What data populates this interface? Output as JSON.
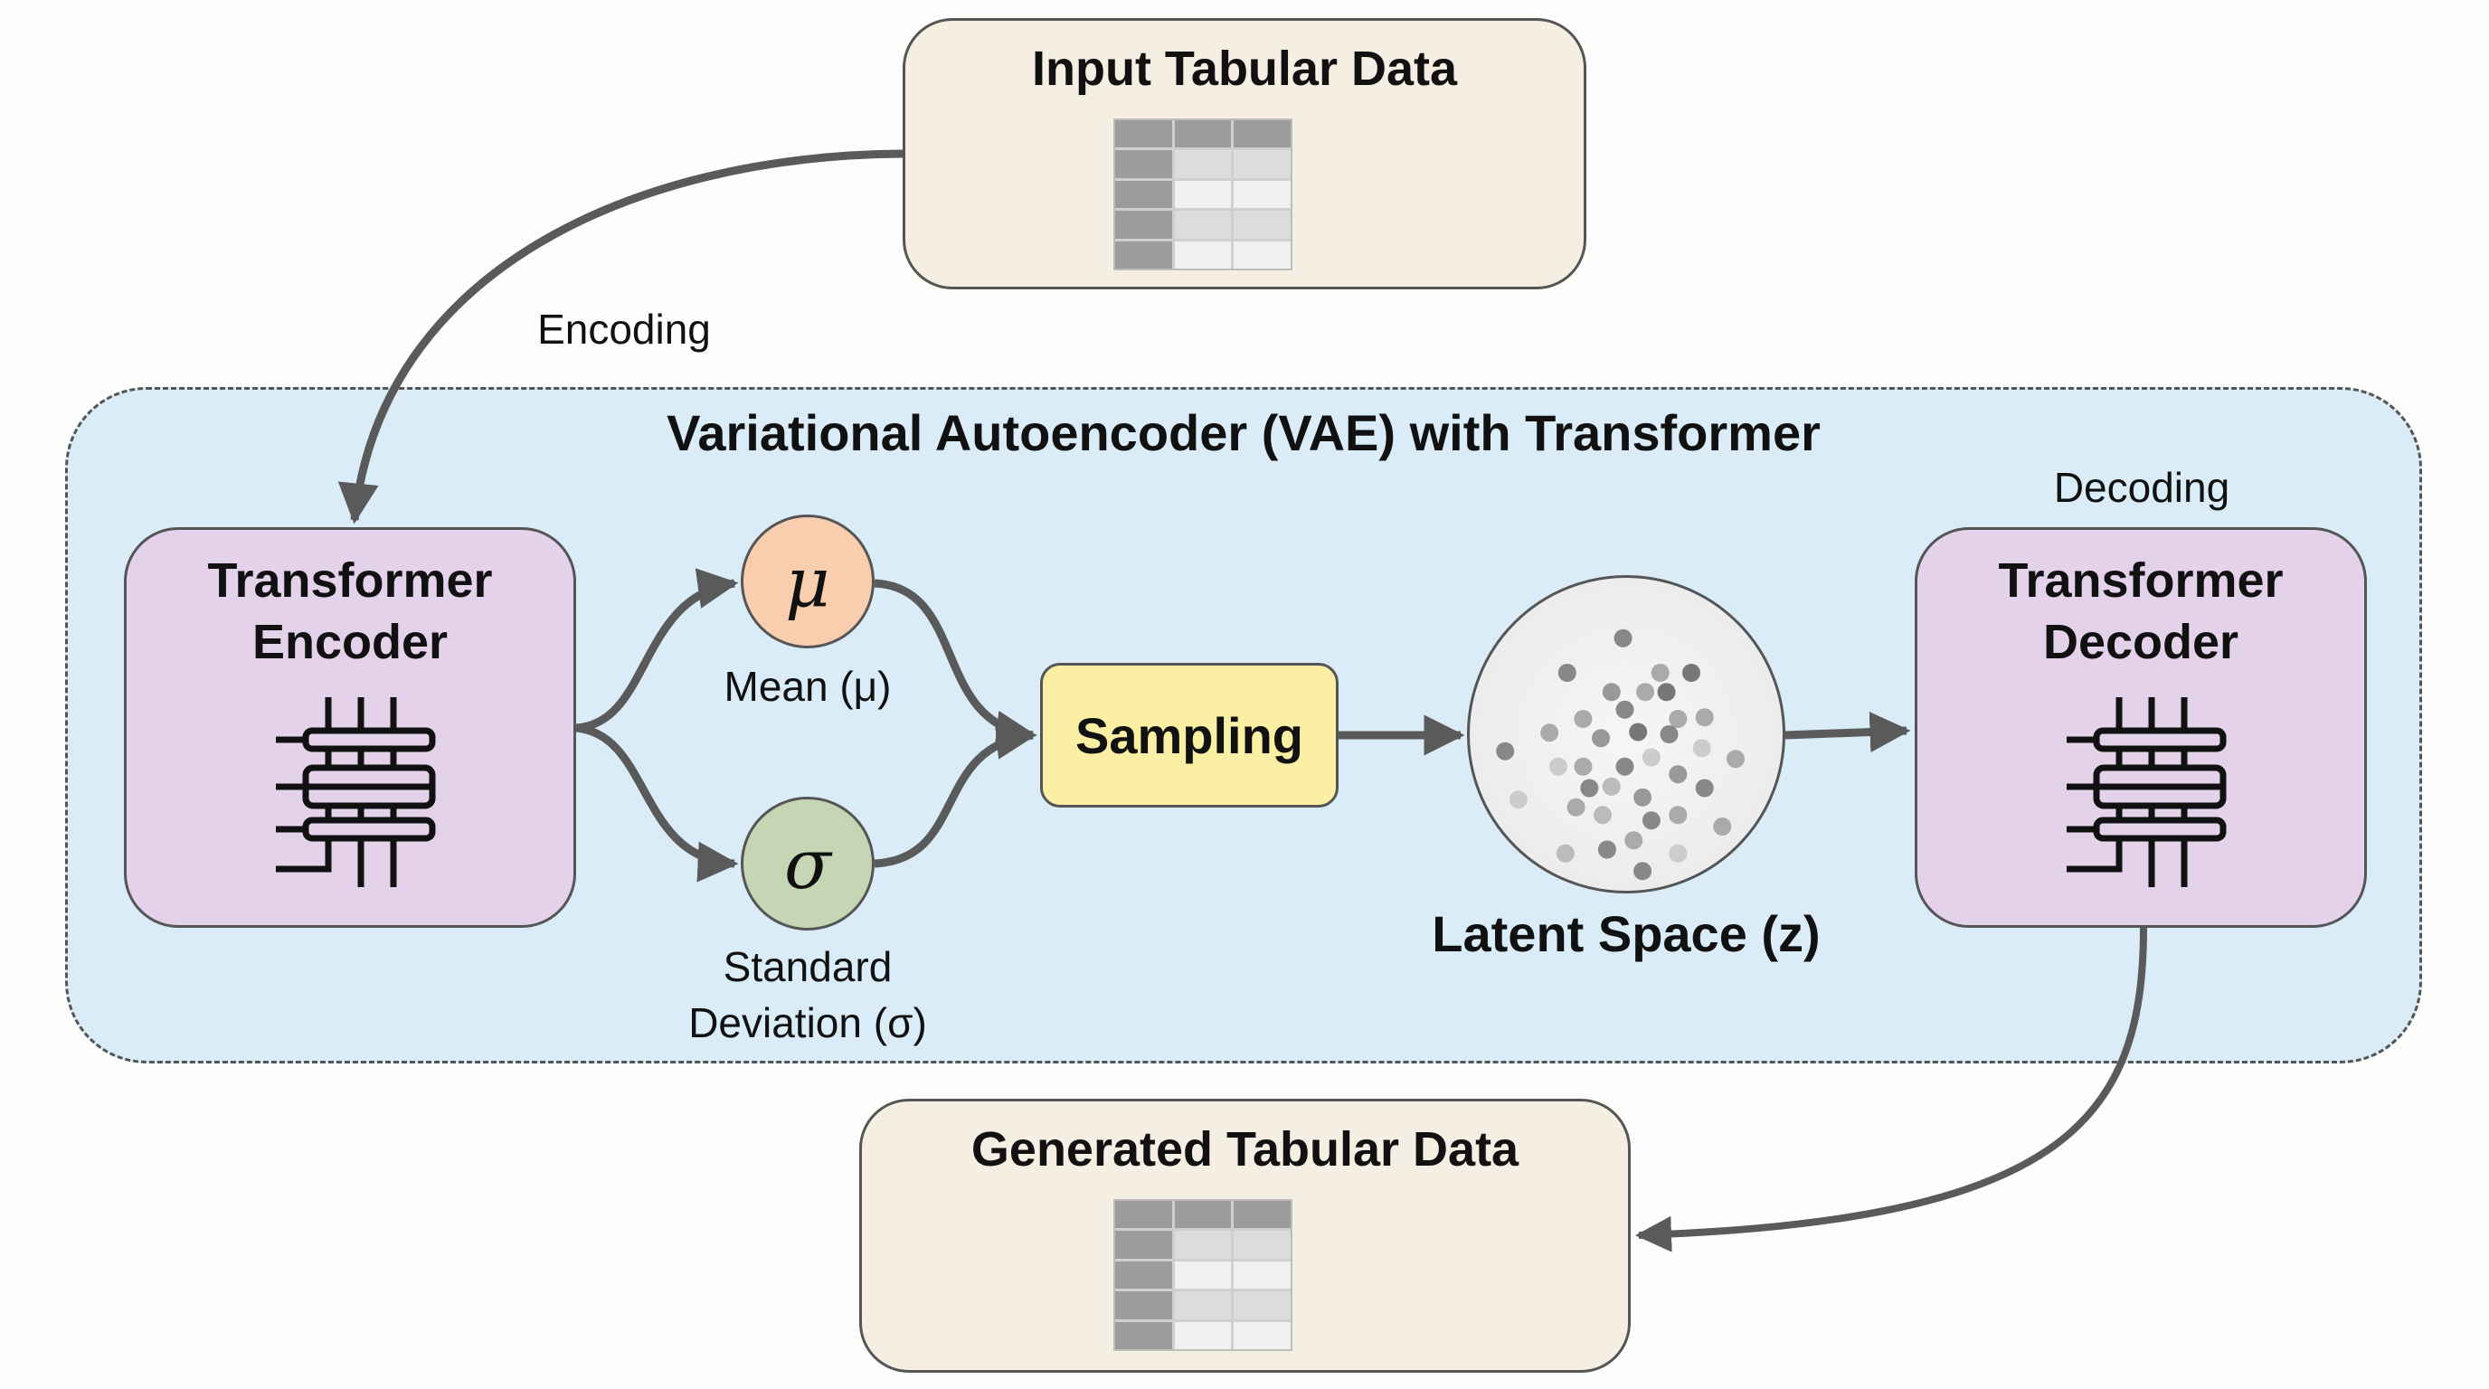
{
  "input": {
    "title": "Input Tabular Data"
  },
  "edges": {
    "encoding": "Encoding",
    "decoding": "Decoding"
  },
  "vae": {
    "title": "Variational Autoencoder (VAE) with Transformer"
  },
  "encoder": {
    "title_line1": "Transformer",
    "title_line2": "Encoder"
  },
  "decoder": {
    "title_line1": "Transformer",
    "title_line2": "Decoder"
  },
  "mean": {
    "symbol": "μ",
    "label": "Mean (μ)"
  },
  "std": {
    "symbol": "σ",
    "label_line1": "Standard",
    "label_line2": "Deviation (σ)"
  },
  "sampling": {
    "label": "Sampling"
  },
  "latent": {
    "label": "Latent Space (z)"
  },
  "output": {
    "title": "Generated Tabular Data"
  },
  "colors": {
    "container_bg": "#d9ecf7",
    "io_bg": "#f5efe3",
    "transformer_bg": "#e4d2ea",
    "mean_bg": "#f9ceae",
    "std_bg": "#c4d6b4",
    "sampling_bg": "#fbefa3",
    "latent_bg": "#ececec",
    "arrow": "#5a5a5a"
  }
}
